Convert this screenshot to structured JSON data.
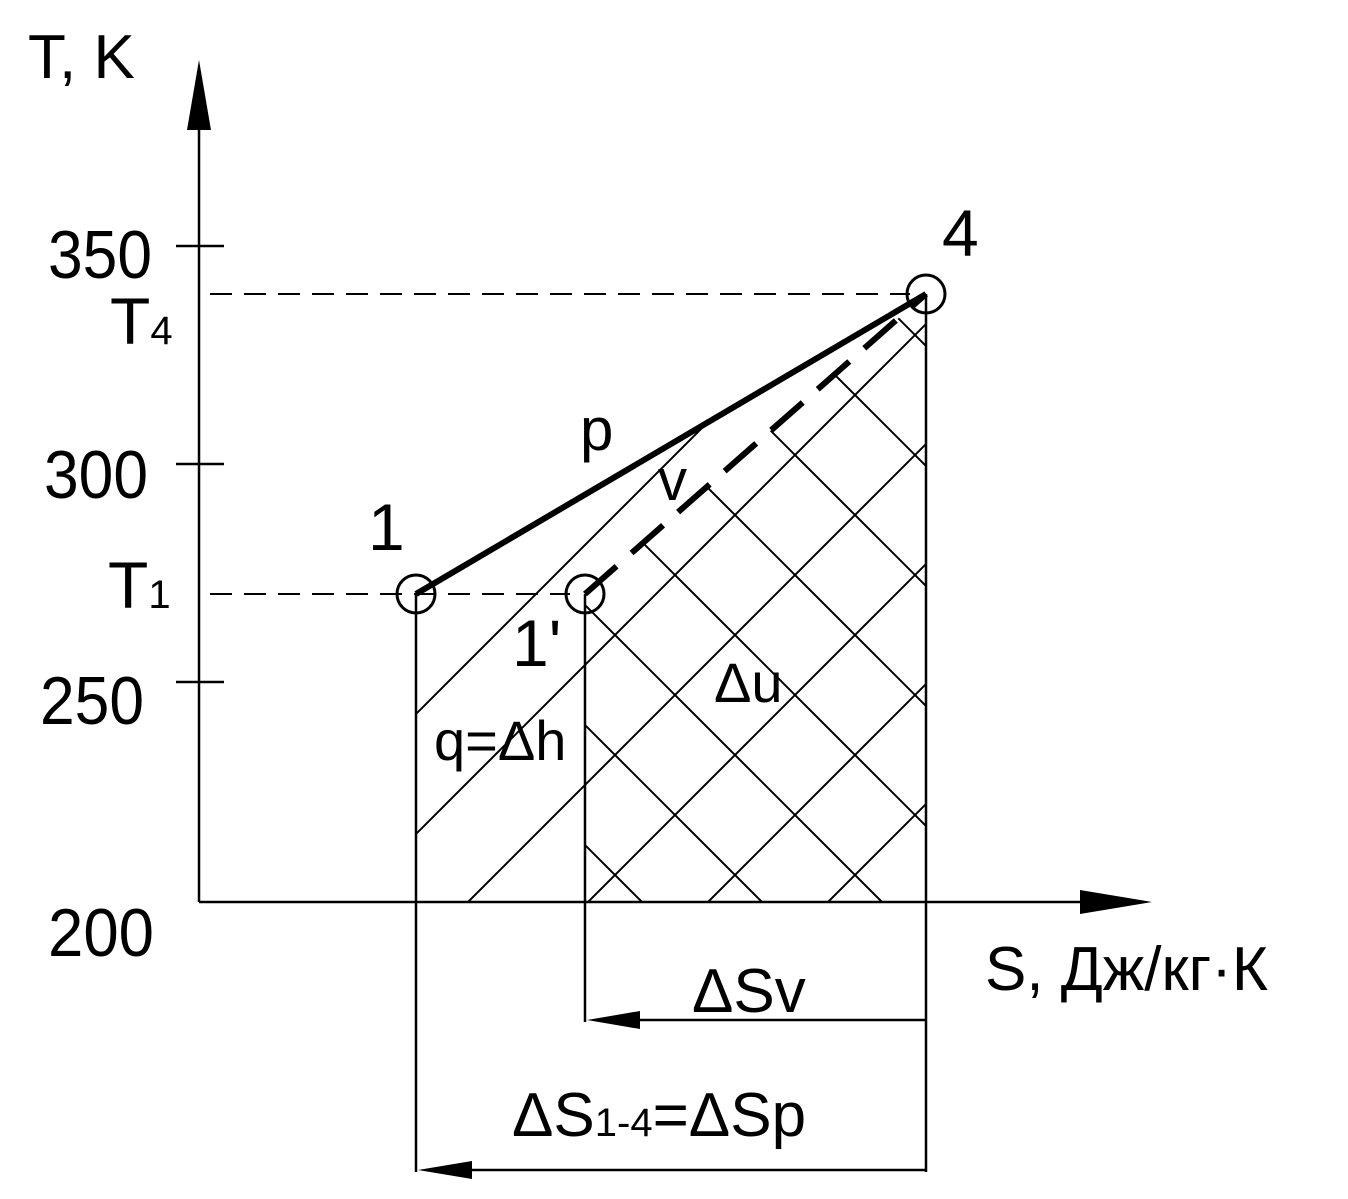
{
  "axes": {
    "y_label": "T, K",
    "x_label": "S, Дж/кг·К",
    "y_ticks": [
      "350",
      "300",
      "250",
      "200"
    ]
  },
  "levels": {
    "t4": {
      "main": "T",
      "sub": "4"
    },
    "t1": {
      "main": "T",
      "sub": "1"
    }
  },
  "points": {
    "p1": "1",
    "p1prime": "1'",
    "p4": "4"
  },
  "processes": {
    "isobar": "p",
    "isochore": "v"
  },
  "areas": {
    "heat": "q=Δh",
    "internal_energy": "Δu"
  },
  "intervals": {
    "dsv": "ΔSv",
    "ds14_prefix": "ΔS",
    "ds14_sub": "1-4",
    "ds14_suffix": "=ΔSp"
  }
}
